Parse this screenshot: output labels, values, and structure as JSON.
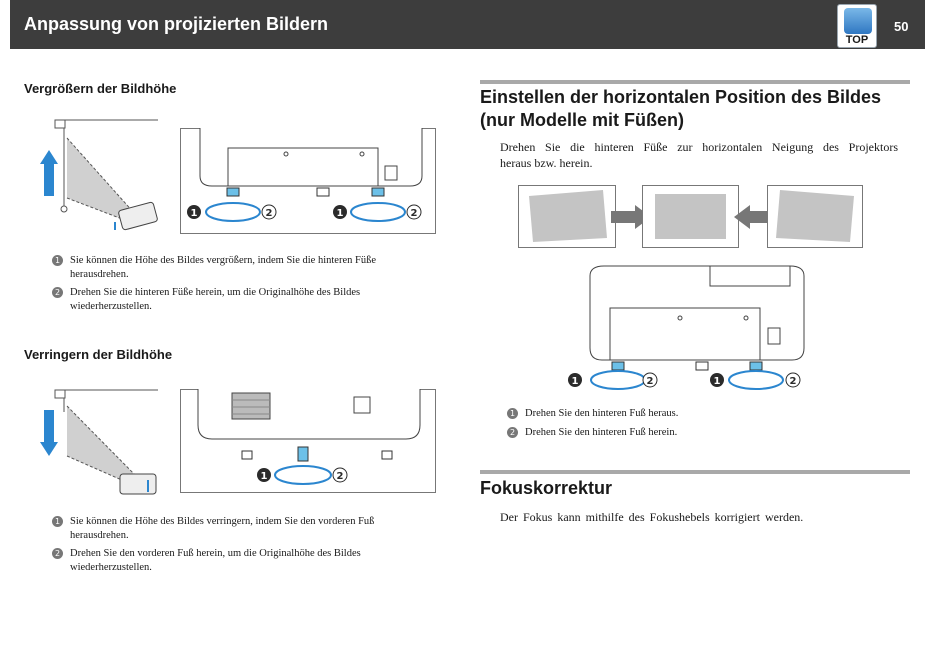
{
  "header": {
    "title": "Anpassung von projizierten Bildern",
    "page_number": "50",
    "top_label": "TOP"
  },
  "left": {
    "section1": {
      "heading": "Vergrößern der Bildhöhe",
      "notes": [
        {
          "num": "1",
          "line1": "Sie können die Höhe des Bildes vergrößern, indem Sie die hinteren Füße",
          "line2": "herausdrehen."
        },
        {
          "num": "2",
          "line1": "Drehen Sie die hinteren Füße herein, um die Originalhöhe des Bildes",
          "line2": "wiederherzustellen."
        }
      ]
    },
    "section2": {
      "heading": "Verringern der Bildhöhe",
      "notes": [
        {
          "num": "1",
          "line1": "Sie können die Höhe des Bildes verringern, indem Sie den vorderen Fuß",
          "line2": "herausdrehen."
        },
        {
          "num": "2",
          "line1": "Drehen Sie den vorderen Fuß herein, um die Originalhöhe des Bildes",
          "line2": "wiederherzustellen."
        }
      ]
    }
  },
  "right": {
    "section1": {
      "title_line1": "Einstellen der horizontalen Position des Bildes",
      "title_line2": "(nur Modelle mit Füßen)",
      "body_line1": "Drehen Sie die hinteren Füße zur horizontalen Neigung des Projektors",
      "body_line2": "heraus bzw. herein.",
      "notes": [
        {
          "num": "1",
          "text": "Drehen Sie den hinteren Fuß heraus."
        },
        {
          "num": "2",
          "text": "Drehen Sie den hinteren Fuß herein."
        }
      ]
    },
    "section2": {
      "title": "Fokuskorrektur",
      "body": "Der Fokus kann mithilfe des Fokushebels korrigiert werden."
    }
  },
  "callouts": {
    "one": "1",
    "two": "2"
  },
  "colors": {
    "header_bg": "#3d3d3d",
    "arrow_blue": "#2b86cf",
    "foot_blue": "#6cc0e8",
    "rule_gray": "#a9a9a9",
    "image_gray": "#c4c4c4"
  }
}
